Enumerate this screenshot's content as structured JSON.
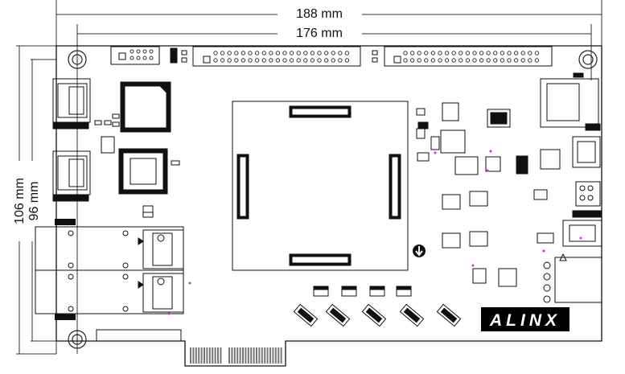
{
  "dimensions": {
    "outer_width": "188 mm",
    "inner_width": "176 mm",
    "outer_height": "106 mm",
    "inner_height": "96 mm"
  },
  "brand": {
    "logo_text": "ALINX"
  },
  "icons": {
    "info_marker": "down-arrow-circle-icon",
    "mounting_hole": "mounting-hole-icon"
  },
  "colors": {
    "line": "#111111",
    "logo_bg": "#000000",
    "logo_text": "#ffffff",
    "accent_dot": "#cc33cc"
  }
}
